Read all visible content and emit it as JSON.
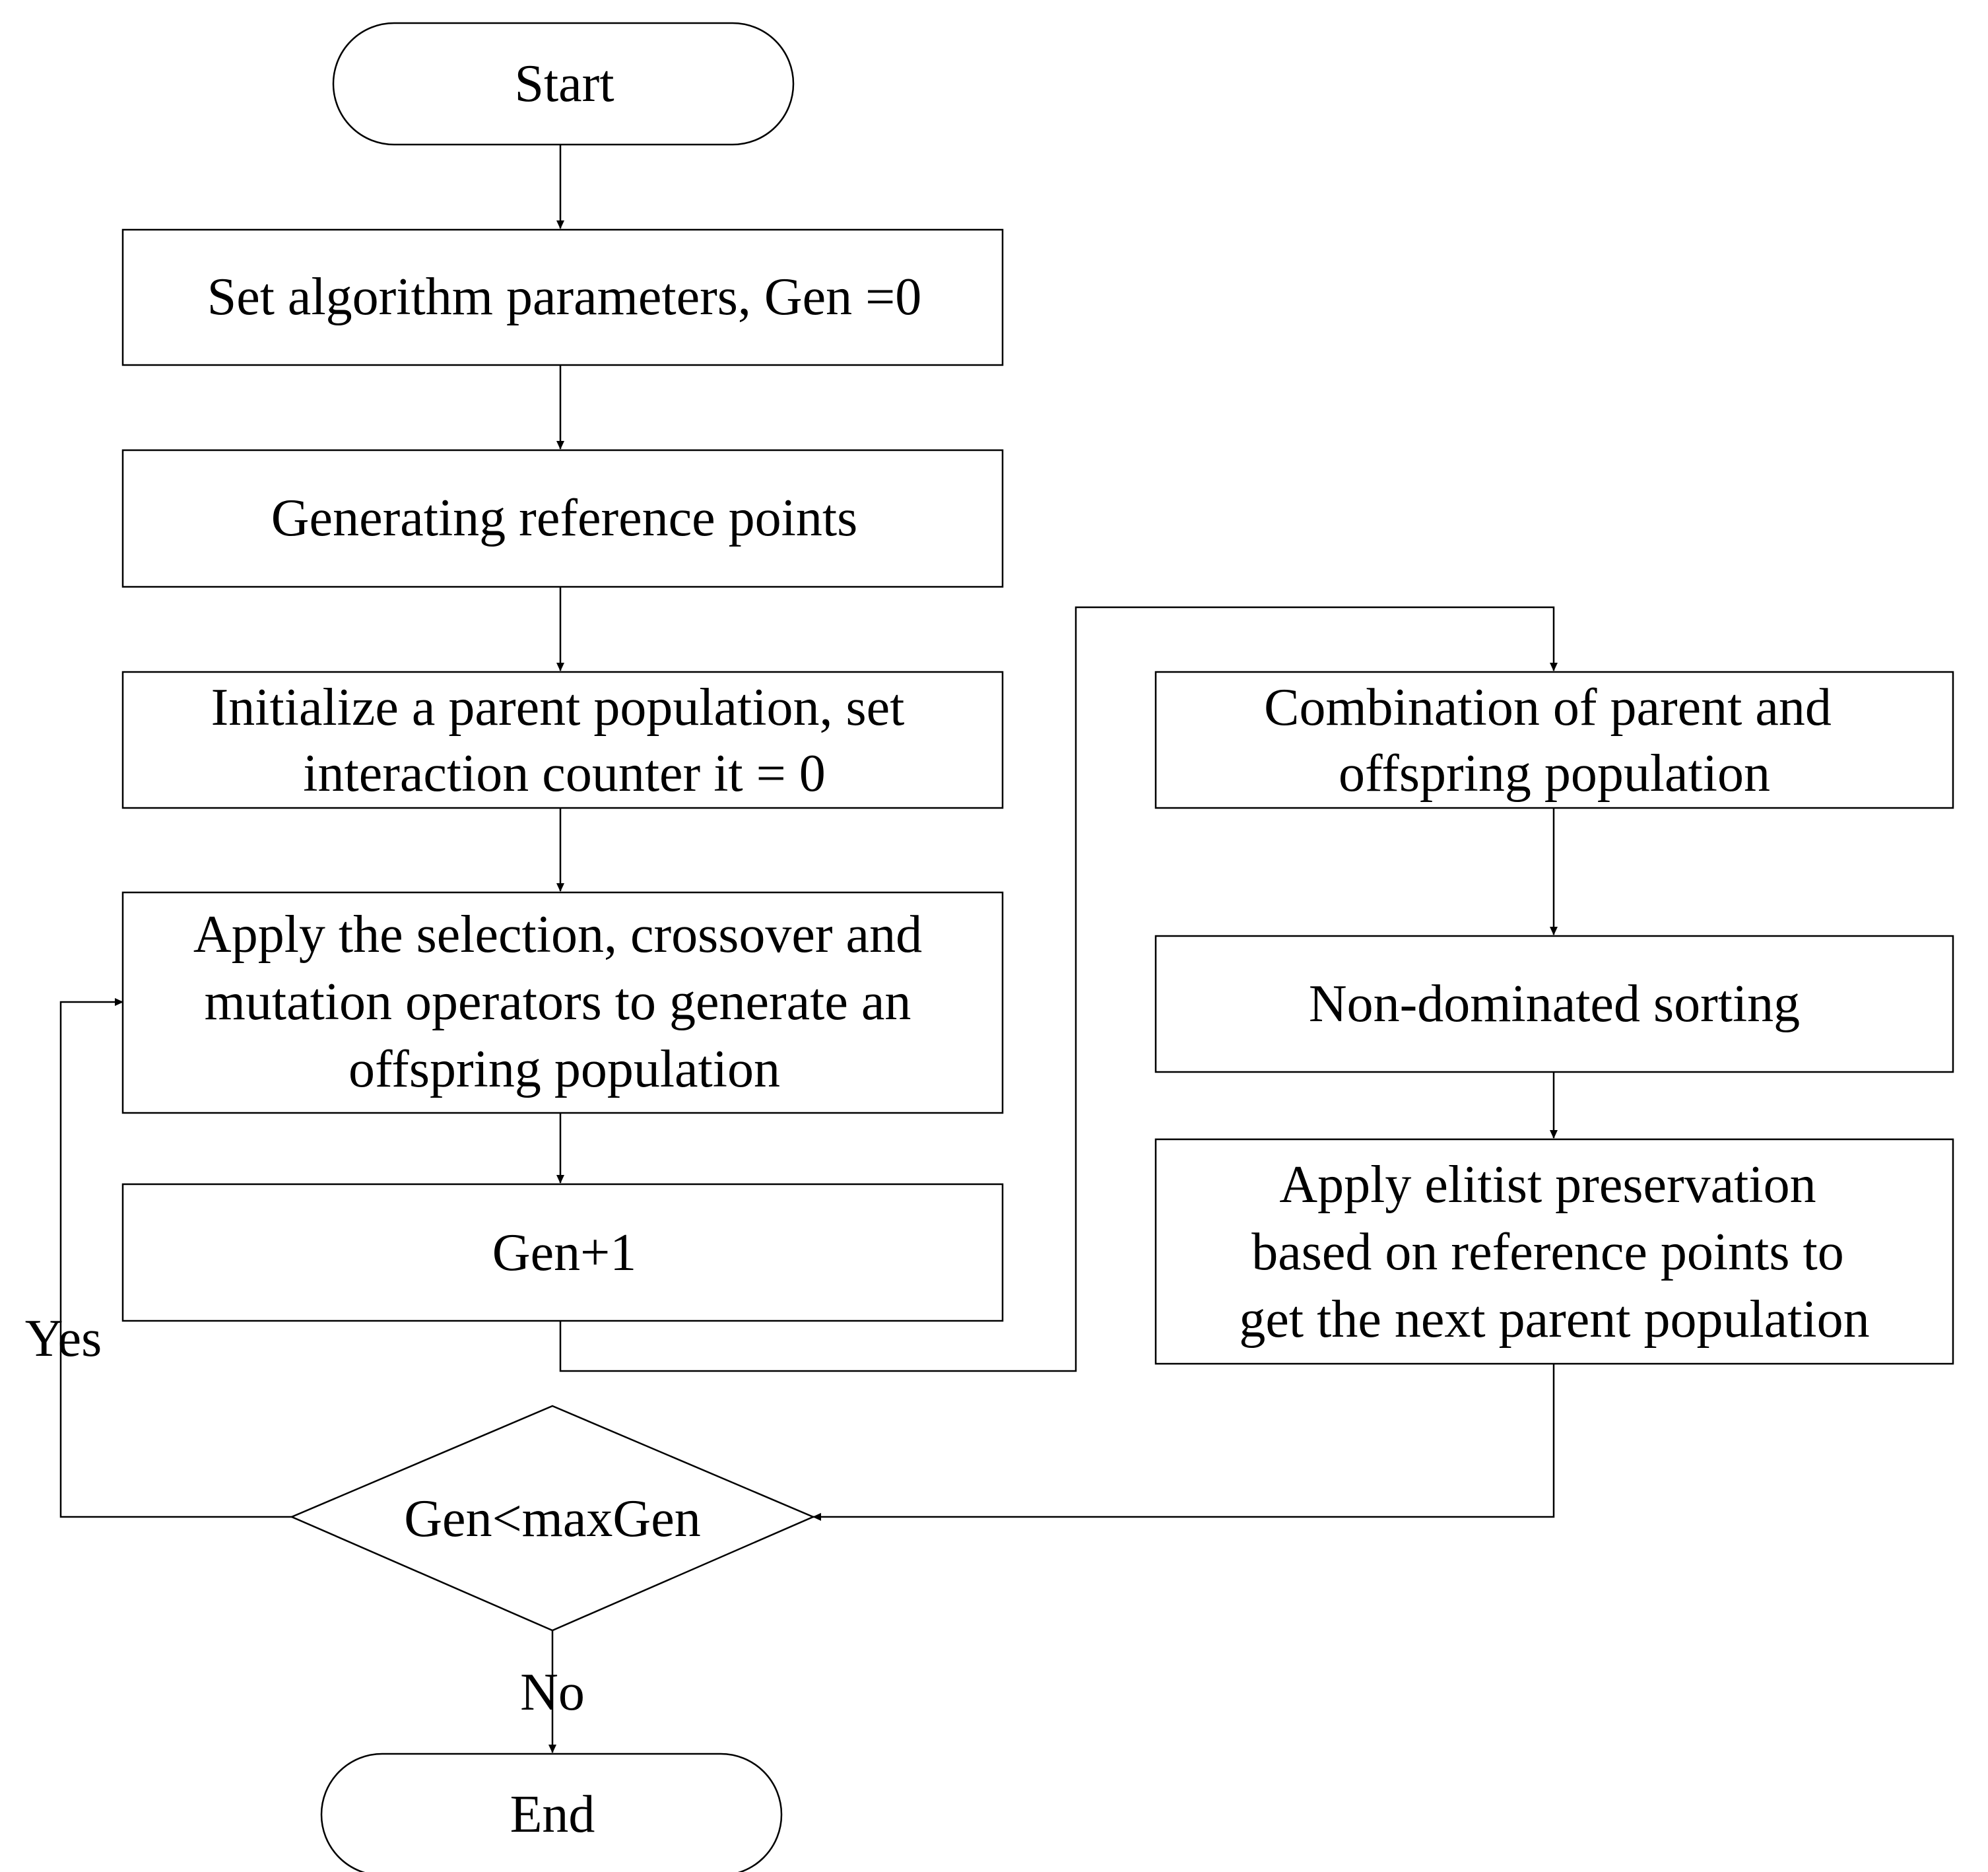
{
  "flowchart": {
    "nodes": {
      "start": {
        "lines": [
          "Start"
        ]
      },
      "set_params": {
        "lines": [
          "Set algorithm parameters, Gen =0"
        ]
      },
      "gen_ref": {
        "lines": [
          "Generating reference points"
        ]
      },
      "init_pop": {
        "lines": [
          "Initialize a parent population, set",
          "interaction counter it = 0"
        ]
      },
      "apply_ops": {
        "lines": [
          "Apply the selection, crossover and",
          "mutation operators to generate an",
          "offspring population"
        ]
      },
      "gen_inc": {
        "lines": [
          "Gen+1"
        ]
      },
      "combine": {
        "lines": [
          "Combination of parent and",
          "offspring population"
        ]
      },
      "nds": {
        "lines": [
          "Non-dominated sorting"
        ]
      },
      "elitist": {
        "lines": [
          "Apply elitist preservation",
          "based on reference points to",
          "get the next parent population"
        ]
      },
      "decision": {
        "lines": [
          "Gen<maxGen"
        ]
      },
      "end": {
        "lines": [
          "End"
        ]
      }
    },
    "edge_labels": {
      "yes": "Yes",
      "no": "No"
    }
  }
}
